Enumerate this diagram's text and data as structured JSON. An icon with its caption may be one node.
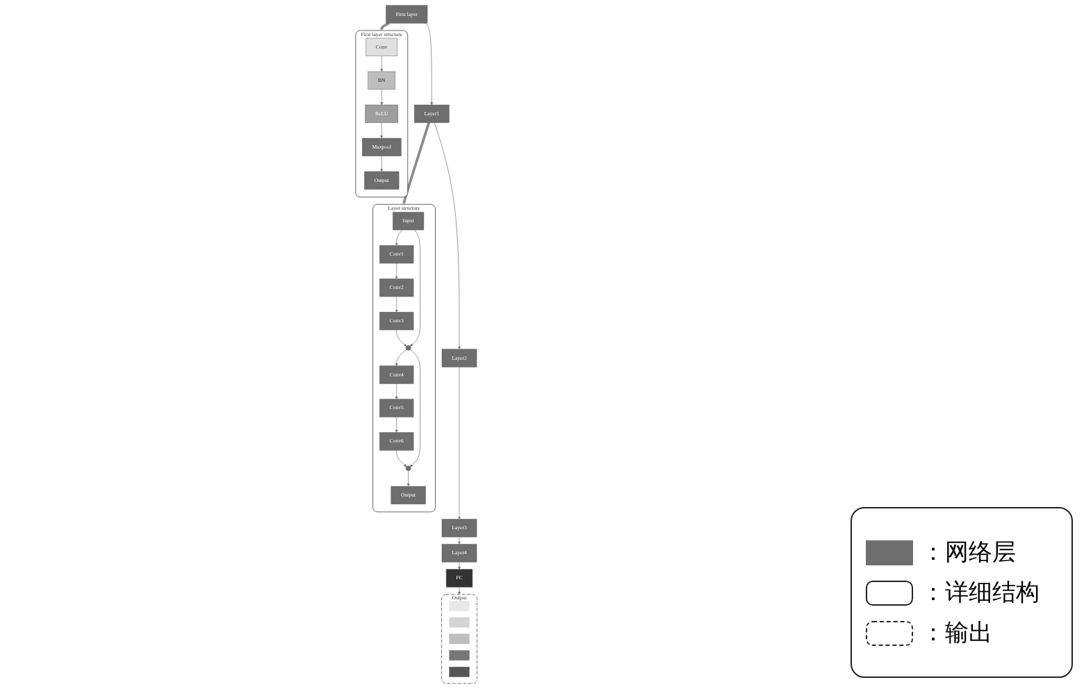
{
  "diagram": {
    "nodes": [
      {
        "text": [
          "Layer structure"
        ]
      },
      {
        "text": [
          "Input"
        ],
        "in": 0
      },
      {
        "text": [
          "Conv1"
        ],
        "in": 0
      },
      {
        "text": [
          "Conv2"
        ],
        "in": 0
      },
      {
        "text": [
          "Conv3"
        ],
        "in": 0
      },
      {
        "text": [],
        "shape": "circle",
        "in": 0
      },
      {
        "text": [
          "Conv4"
        ],
        "in": 0
      },
      {
        "text": [
          "Conv5"
        ],
        "in": 0
      },
      {
        "text": [
          "Conv6"
        ],
        "in": 0
      },
      {
        "text": [],
        "shape": "circle",
        "in": 0
      },
      {
        "text": [
          "Output"
        ],
        "in": 0
      },
      {
        "text": [
          "First layer"
        ]
      },
      {
        "text": [
          "Layer1"
        ]
      },
      {
        "text": [
          "Layer2"
        ]
      },
      {
        "text": [
          "Layer3"
        ]
      },
      {
        "text": [
          "Layer4"
        ]
      },
      {
        "text": [
          "FC"
        ]
      },
      {
        "text": [
          "Output"
        ]
      },
      {
        "text": [],
        "shape": "box",
        "in": 17
      },
      {
        "text": [],
        "shape": "box",
        "in": 17
      },
      {
        "text": [],
        "shape": "box",
        "in": 17
      },
      {
        "text": [],
        "shape": "box",
        "in": 17
      },
      {
        "text": [],
        "shape": "box",
        "in": 17
      },
      {
        "text": [
          "First layer structure"
        ]
      },
      {
        "text": [
          "Conv"
        ],
        "in": 23
      },
      {
        "text": [
          "BN"
        ],
        "in": 23
      },
      {
        "text": [
          "ReLU"
        ],
        "in": 23
      },
      {
        "text": [
          "Maxpool"
        ],
        "in": 23
      },
      {
        "text": [
          "Output"
        ],
        "in": 23
      }
    ],
    "edges": [
      {
        "from": 1,
        "to": 2,
        "arrow": "to"
      },
      {
        "from": 2,
        "to": 3,
        "arrow": "to"
      },
      {
        "from": 3,
        "to": 4,
        "arrow": "to"
      },
      {
        "from": 4,
        "to": 5,
        "arrow": "to"
      },
      {
        "from": 1,
        "to": 5,
        "arrow": "to"
      },
      {
        "from": 5,
        "to": 6,
        "arrow": "to"
      },
      {
        "from": 6,
        "to": 7,
        "arrow": "to"
      },
      {
        "from": 7,
        "to": 8,
        "arrow": "to"
      },
      {
        "from": 8,
        "to": 9,
        "arrow": "to"
      },
      {
        "from": 5,
        "to": 9,
        "arrow": "to"
      },
      {
        "from": 9,
        "to": 10,
        "arrow": "to"
      },
      {
        "from": 11,
        "to": 12,
        "arrow": "to"
      },
      {
        "from": 12,
        "to": 13,
        "arrow": "to"
      },
      {
        "from": 13,
        "to": 14,
        "arrow": "to"
      },
      {
        "from": 14,
        "to": 15,
        "arrow": "to"
      },
      {
        "from": 15,
        "to": 16,
        "arrow": "to"
      },
      {
        "from": 16,
        "to": 17,
        "arrow": "to"
      },
      {
        "from": 11,
        "to": 23,
        "arrow": "to",
        "style": "thick",
        "color": "#8c8c8c"
      },
      {
        "from": 12,
        "to": 0,
        "arrow": "to",
        "style": "thick",
        "color": "#8c8c8c"
      },
      {
        "from": 24,
        "to": 25,
        "arrow": "to"
      },
      {
        "from": 25,
        "to": 26,
        "arrow": "to"
      },
      {
        "from": 26,
        "to": 27,
        "arrow": "to"
      },
      {
        "from": 27,
        "to": 28,
        "arrow": "to"
      }
    ],
    "legend": [
      {
        "text": "：网络层",
        "color": "#6e6e6e"
      },
      {
        "text": "：详细结构"
      },
      {
        "text": "：输出"
      }
    ]
  }
}
